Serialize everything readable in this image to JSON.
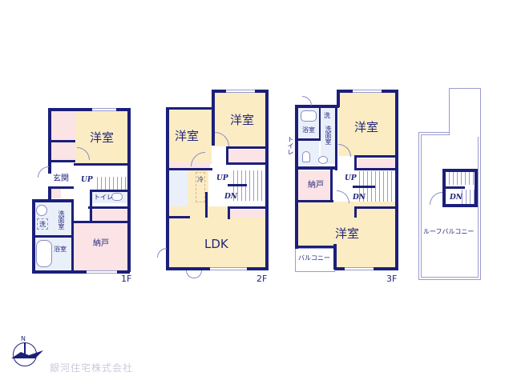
{
  "floors": {
    "f1": {
      "label": "1F",
      "rooms": {
        "western_room": "洋室",
        "entrance": "玄関",
        "up": "UP",
        "toilet": "トイレ",
        "washroom": "洗面室",
        "wash": "洗",
        "bathroom": "浴室",
        "storage": "納戸"
      }
    },
    "f2": {
      "label": "2F",
      "rooms": {
        "western_room_left": "洋室",
        "western_room_right": "洋室",
        "fridge": "冷",
        "up": "UP",
        "dn": "DN",
        "ldk": "LDK"
      }
    },
    "f3": {
      "label": "3F",
      "rooms": {
        "bathroom": "浴室",
        "wash": "洗",
        "washroom": "洗面室",
        "toilet": "トイレ",
        "western_room_top": "洋室",
        "storage": "納戸",
        "up": "UP",
        "dn": "DN",
        "western_room_bottom": "洋室",
        "balcony": "バルコニー"
      }
    },
    "roof": {
      "dn": "DN",
      "roof_balcony": "ルーフバルコニー"
    }
  },
  "compass": {
    "north": "N"
  },
  "company": {
    "name": "銀河住宅株式会社"
  },
  "colors": {
    "wall": "#1b1f7a",
    "western_room": "#fbecc4",
    "storage": "#fbe3e6",
    "wet_area": "#eaf0fa",
    "logo_text": "#c8ccdc"
  }
}
